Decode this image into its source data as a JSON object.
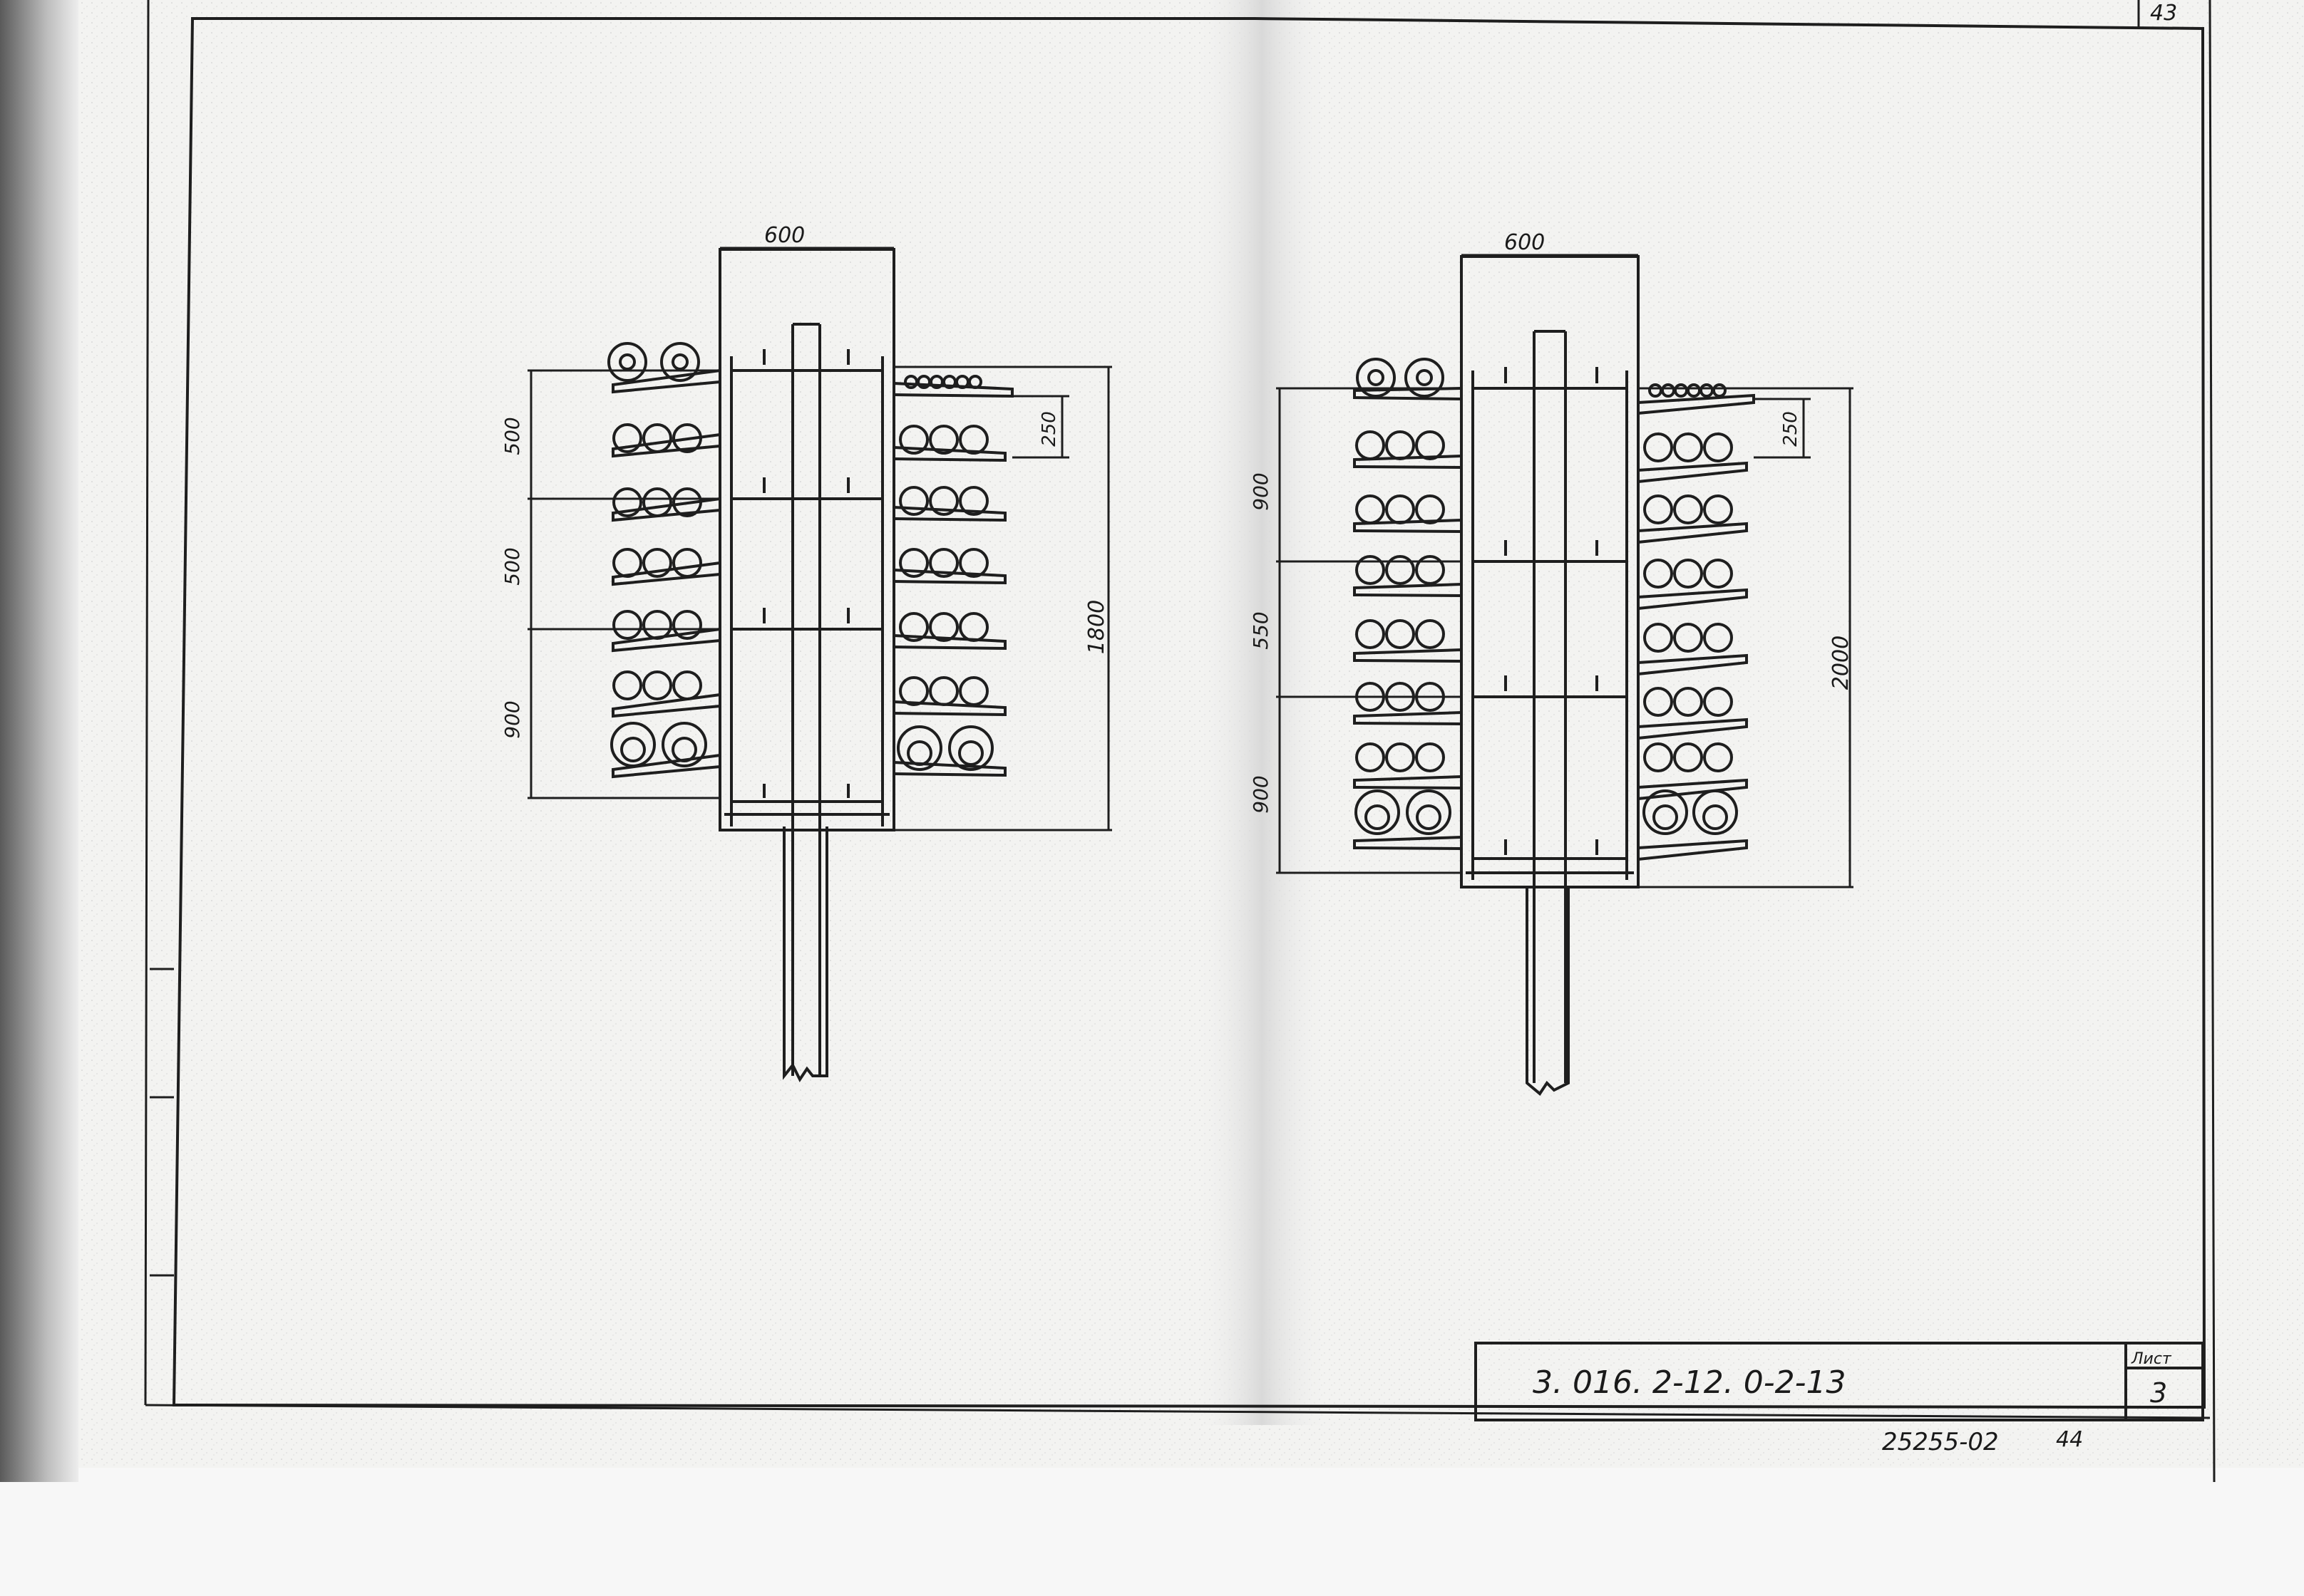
{
  "sheet": {
    "sheet_number_corner": "43",
    "drawing_code": "3. 016. 2-12. 0-2-13",
    "sheet_label": "Лист",
    "sheet_value": "3",
    "archive_number": "25255-02",
    "archive_page": "44"
  },
  "left_section": {
    "width_dim": "600",
    "height_dim": "1800",
    "top_shelf_dim": "250",
    "segment_dims": [
      "500",
      "500",
      "900"
    ]
  },
  "right_section": {
    "width_dim": "600",
    "height_dim": "2000",
    "top_shelf_dim": "250",
    "segment_dims": [
      "900",
      "550",
      "900"
    ]
  }
}
